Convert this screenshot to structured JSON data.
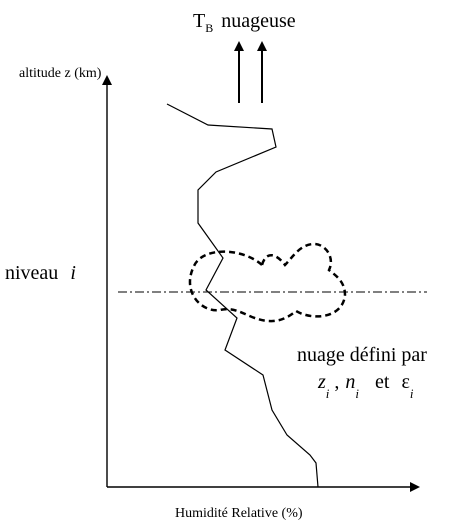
{
  "top_label": {
    "prefix": "T",
    "subscript": "B",
    "word": "nuageuse"
  },
  "y_axis_label": "altitude z  (km)",
  "x_axis_label": "Humidité Relative (%)",
  "level_label": {
    "word": "niveau",
    "index": "i"
  },
  "cloud_caption": {
    "line1": "nuage défini par",
    "z": "z",
    "n": "n",
    "eps": "ε",
    "sub": "i",
    "comma": ",",
    "et": "et"
  },
  "colors": {
    "ink": "#000000",
    "background": "#ffffff"
  }
}
